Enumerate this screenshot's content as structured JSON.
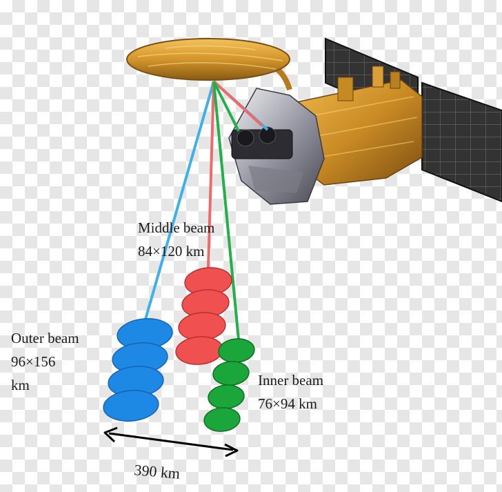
{
  "labels": {
    "middle": {
      "name": "Middle beam",
      "size": "84×120 km"
    },
    "outer": {
      "name": "Outer beam",
      "size_line1": "96×156",
      "size_line2": "km"
    },
    "inner": {
      "name": "Inner beam",
      "size": "76×94 km"
    },
    "swath": "390 km"
  },
  "colors": {
    "outer_beam": "#1e88e5",
    "outer_line": "#3fb0e8",
    "middle_beam": "#f05050",
    "middle_line": "#f06a6a",
    "inner_beam": "#1aa63a",
    "inner_line": "#22b04a",
    "satellite_gold": "#d89a2a",
    "solar_panel": "#2a2a2a"
  }
}
